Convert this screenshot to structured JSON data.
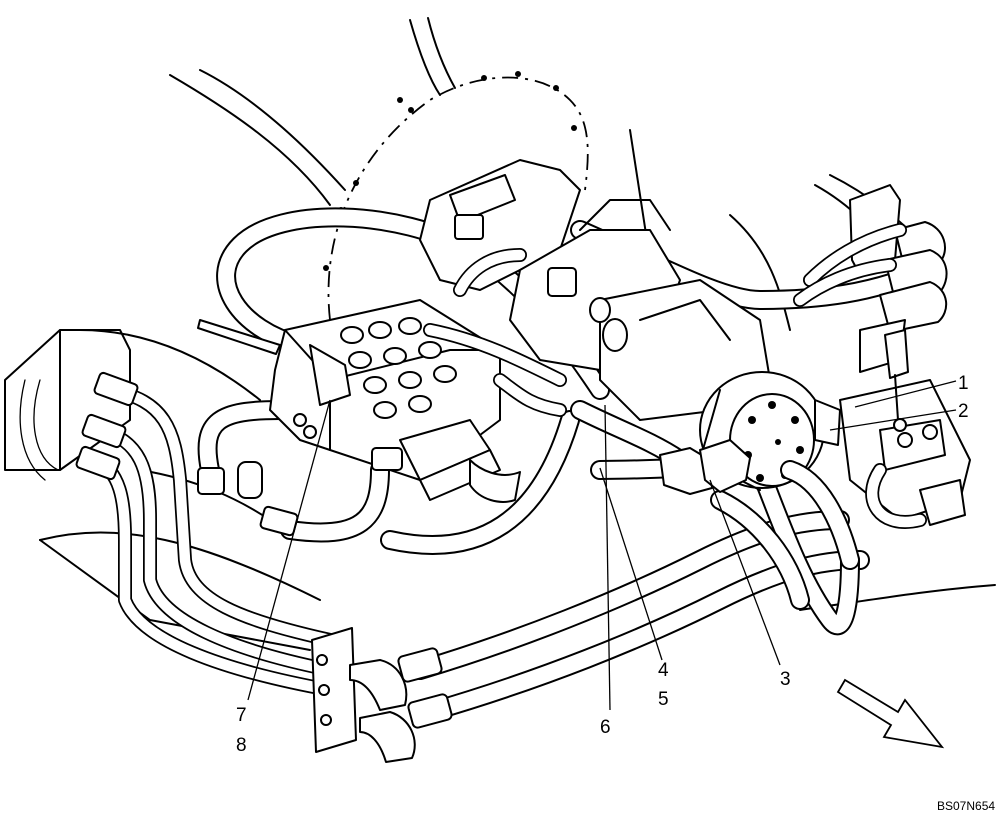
{
  "drawing_code": "BS07N654",
  "callouts": [
    {
      "id": "1",
      "text": "1"
    },
    {
      "id": "2",
      "text": "2"
    },
    {
      "id": "3",
      "text": "3"
    },
    {
      "id": "4",
      "text": "4"
    },
    {
      "id": "5",
      "text": "5"
    },
    {
      "id": "6",
      "text": "6"
    },
    {
      "id": "7",
      "text": "7"
    },
    {
      "id": "8",
      "text": "8"
    }
  ],
  "direction_arrow": "forward-direction-arrow"
}
